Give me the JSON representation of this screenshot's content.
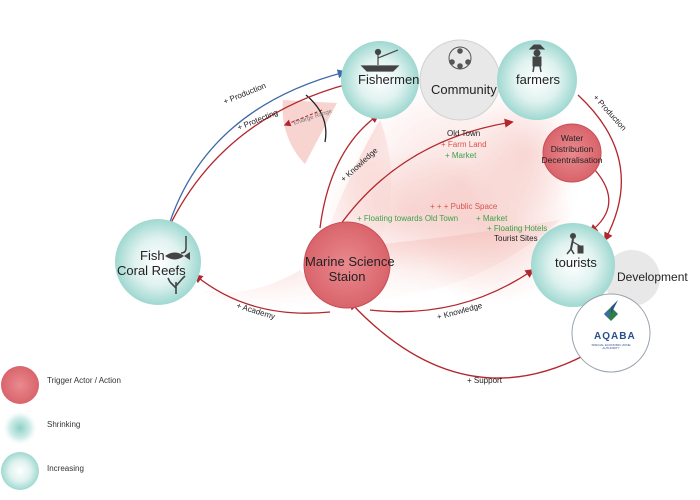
{
  "nodes": {
    "fishermen": "Fishermen",
    "community": "Community",
    "farmers": "farmers",
    "fish": "Fish",
    "coral": "Coral Reefs",
    "marine_line1": "Marine Science",
    "marine_line2": "Staion",
    "water_line1": "Water",
    "water_line2": "Distribution",
    "water_line3": "Decentralisation",
    "tourists": "tourists",
    "development": "Development"
  },
  "edges": {
    "production_left": "+ Production",
    "protecting": "+ Protecting",
    "enlarge_range": "Enlarge Range",
    "knowledge_up": "+ Knowledge",
    "production_right": "+ Production",
    "academy": "+ Academy",
    "knowledge_right": "+ Knowledge",
    "support": "+ Support"
  },
  "annotations": {
    "old_town": "Old Town",
    "farm_land": "+ Farm Land",
    "market_1": "+ Market",
    "public_space": "+ + + Public Space",
    "floating_old_town": "+ Floating towards Old Town",
    "market_2": "+ Market",
    "floating_hotels": "+ Floating Hotels",
    "tourist_sites": "Tourist Sites"
  },
  "logo": {
    "name": "AQABA",
    "subtitle": "SPECIAL ECONOMIC ZONE AUTHORITY"
  },
  "legend": [
    {
      "label": "Trigger Actor / Action",
      "kind": "trigger"
    },
    {
      "label": "Shrinking",
      "kind": "shrinking"
    },
    {
      "label": "Increasing",
      "kind": "increasing"
    }
  ],
  "colors": {
    "teal": "#a9dcd6",
    "trigger": "#e0747a",
    "arrow_red": "#b3262e",
    "arrow_blue": "#3f6aa8",
    "text_red": "#d9534f",
    "text_green": "#3aa34a"
  }
}
